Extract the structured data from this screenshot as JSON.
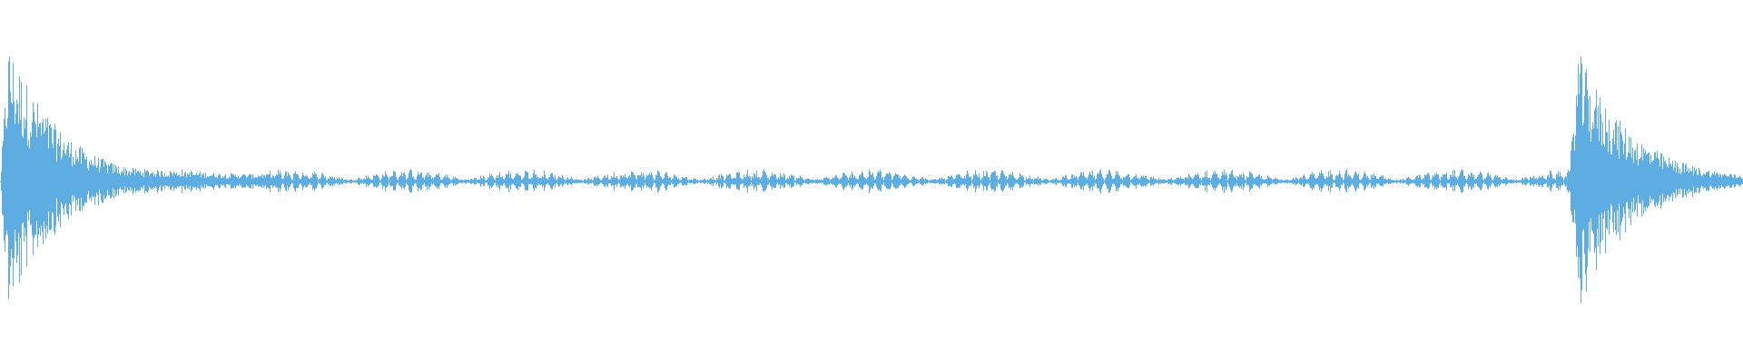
{
  "waveform": {
    "color": "#5dade2",
    "background": "#ffffff",
    "bursts": [
      {
        "start": 0.0,
        "end": 0.095,
        "peak": 0.96,
        "decay": "exp"
      },
      {
        "start": 0.9,
        "end": 1.0,
        "peak": 0.9,
        "decay": "exp"
      }
    ],
    "quiet_segment": {
      "start": 0.095,
      "end": 0.9,
      "level": 0.04
    }
  }
}
